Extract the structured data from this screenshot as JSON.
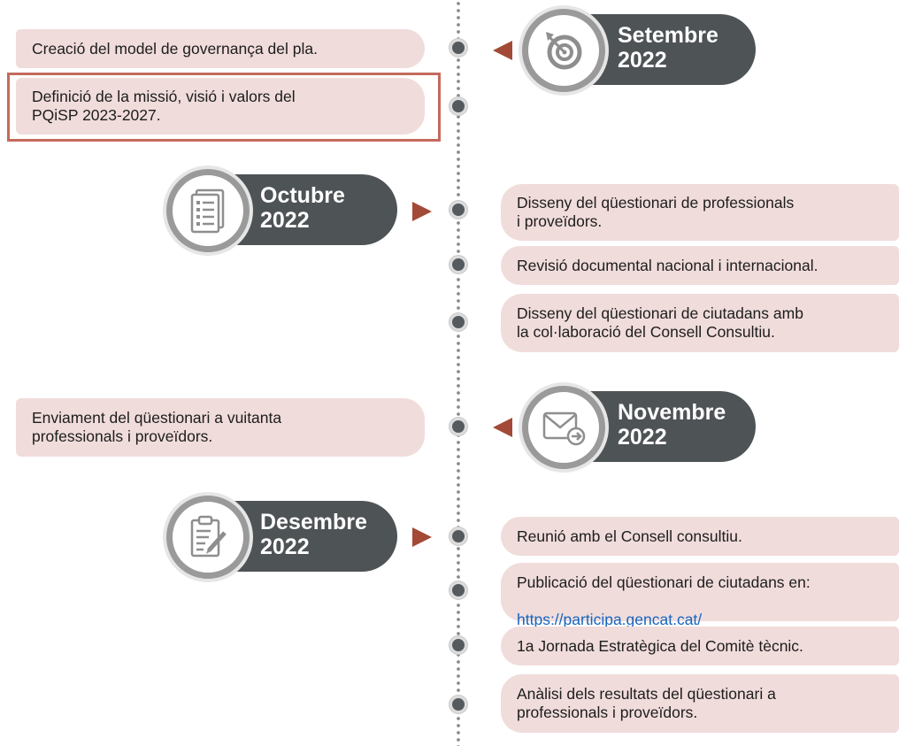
{
  "months": {
    "setembre": {
      "name": "Setembre",
      "year": "2022",
      "icon": "target-icon"
    },
    "octubre": {
      "name": "Octubre",
      "year": "2022",
      "icon": "document-list-icon"
    },
    "novembre": {
      "name": "Novembre",
      "year": "2022",
      "icon": "envelope-icon"
    },
    "desembre": {
      "name": "Desembre",
      "year": "2022",
      "icon": "clipboard-edit-icon"
    }
  },
  "items": {
    "governanca": "Creació del model de governança del pla.",
    "missio": "Definició de la missió, visió i valors del\nPQiSP 2023-2027.",
    "questionari_prof": "Disseny del qüestionari de professionals\ni proveïdors.",
    "revisio": "Revisió documental nacional i internacional.",
    "questionari_ciut": "Disseny del qüestionari de ciutadans amb\nla col·laboració del Consell Consultiu.",
    "enviament": "Enviament del qüestionari a vuitanta\nprofessionals i proveïdors.",
    "reunio": "Reunió amb el Consell consultiu.",
    "publicacio": "Publicació del qüestionari de ciutadans en:",
    "publicacio_link": "https://participa.gencat.cat/",
    "jornada": "1a Jornada Estratègica del Comitè tècnic.",
    "analisi": "Anàlisi dels resultats del qüestionari a\nprofessionals i proveïdors."
  },
  "colors": {
    "pill": "#4e5356",
    "card": "#f0dcdb",
    "arrow": "#a24a37",
    "highlight": "#c46a5c",
    "link": "#1565c0"
  }
}
